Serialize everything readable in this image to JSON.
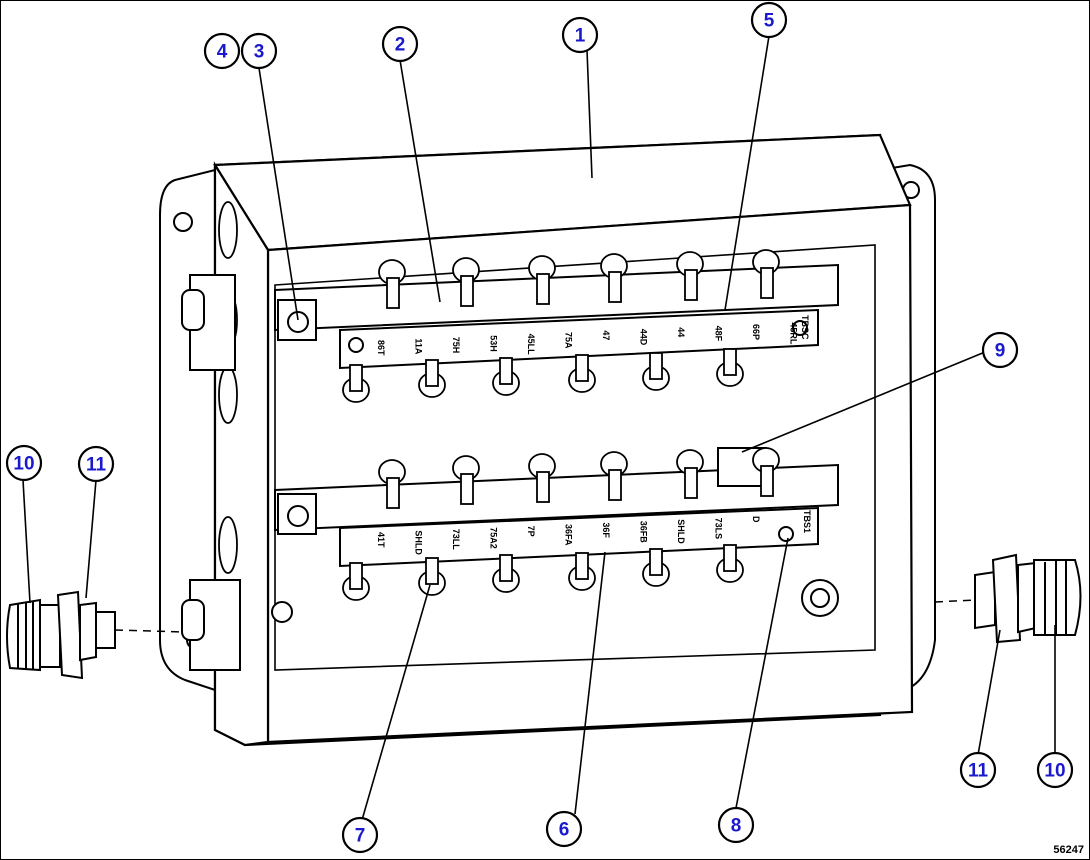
{
  "figure_id": "56247",
  "callouts": [
    {
      "id": "c1",
      "label": "1"
    },
    {
      "id": "c2",
      "label": "2"
    },
    {
      "id": "c3",
      "label": "3"
    },
    {
      "id": "c4",
      "label": "4"
    },
    {
      "id": "c5",
      "label": "5"
    },
    {
      "id": "c6",
      "label": "6"
    },
    {
      "id": "c7",
      "label": "7"
    },
    {
      "id": "c8",
      "label": "8"
    },
    {
      "id": "c9",
      "label": "9"
    },
    {
      "id": "c10a",
      "label": "10"
    },
    {
      "id": "c11a",
      "label": "11"
    },
    {
      "id": "c10b",
      "label": "10"
    },
    {
      "id": "c11b",
      "label": "11"
    }
  ],
  "upper_strip": {
    "tag": "TBSC",
    "terminals": [
      "86T",
      "11A",
      "75H",
      "53H",
      "45LL",
      "75A",
      "47",
      "44D",
      "44",
      "48F",
      "66P",
      "45RL"
    ]
  },
  "lower_strip": {
    "tag": "TBS1",
    "terminals": [
      "41T",
      "SHLD",
      "73LL",
      "75A2",
      "7P",
      "36FA",
      "36F",
      "36FB",
      "SHLD",
      "73LS",
      "D"
    ]
  }
}
